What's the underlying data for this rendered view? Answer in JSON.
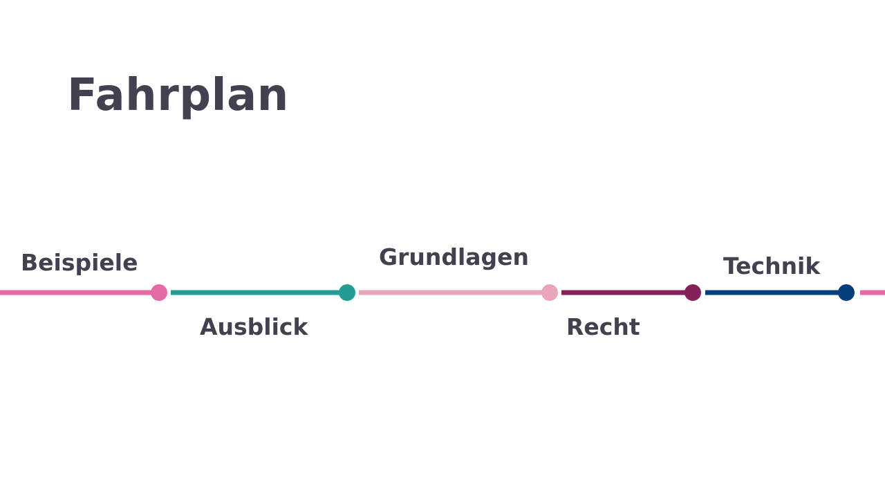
{
  "title": "Fahrplan",
  "stages": [
    {
      "label": "Beispiele",
      "color": "#e56aa4",
      "label_position": "above"
    },
    {
      "label": "Ausblick",
      "color": "#229d94",
      "label_position": "below"
    },
    {
      "label": "Grundlagen",
      "color": "#e9a6b8",
      "label_position": "above"
    },
    {
      "label": "Recht",
      "color": "#862059",
      "label_position": "below"
    },
    {
      "label": "Technik",
      "color": "#053f7c",
      "label_position": "above"
    }
  ],
  "tail_color": "#e56aa4",
  "text_color": "#43414f"
}
